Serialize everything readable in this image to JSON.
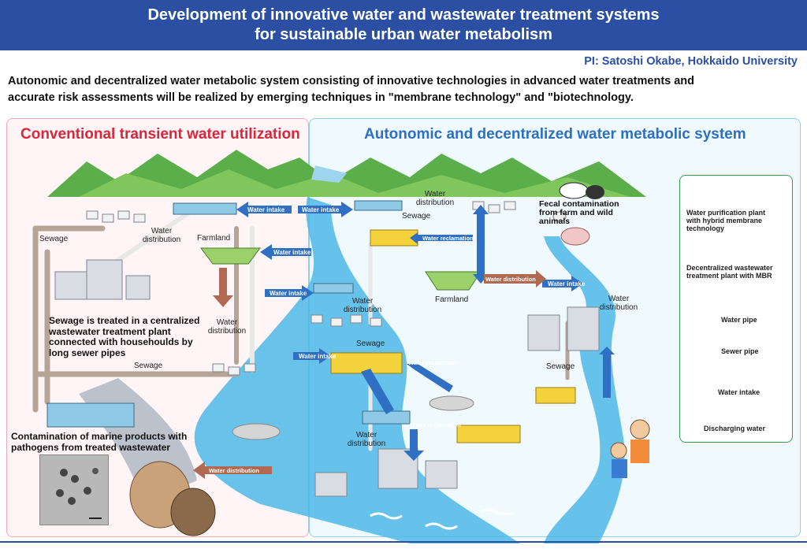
{
  "header": {
    "title_line1": "Development of innovative water and wastewater treatment systems",
    "title_line2": "for sustainable urban water metabolism",
    "pi": "PI: Satoshi Okabe, Hokkaido University"
  },
  "summary": {
    "line1": "Autonomic and decentralized water metabolic system consisting of innovative technologies in advanced water treatments and",
    "line2": "accurate risk assessments will be realized by emerging techniques in \"membrane technology\" and \"biotechnology."
  },
  "left_panel": {
    "heading": "Conventional transient water utilization",
    "labels": {
      "sewage_1": "Sewage",
      "water_distribution_1": "Water\ndistribution",
      "farmland": "Farmland",
      "water_distribution_2": "Water\ndistribution",
      "sewage_2": "Sewage"
    },
    "note_centralized": "Sewage is treated in a centralized\nwastewater treatment plant\nconnected with househoulds by\nlong sewer pipes",
    "note_marine": "Contamination of marine products with\npathogens from treated wastewater"
  },
  "right_panel": {
    "heading": "Autonomic and decentralized water metabolic system",
    "labels": {
      "water_distribution_top": "Water\ndistribution",
      "sewage_top": "Sewage",
      "fecal": "Fecal contamination\nfrom farm and wild\nanimals",
      "farmland": "Farmland",
      "water_distribution_mid": "Water\ndistribution",
      "water_distribution_right": "Water\ndistribution",
      "sewage_mid": "Sewage",
      "sewage_right": "Sewage",
      "water_distribution_bottom": "Water\ndistribution"
    }
  },
  "arrows": {
    "water_intake": "Water intake",
    "water_reclamation": "Water reclamation",
    "water_distribution": "Water distribution"
  },
  "legend": {
    "items": [
      {
        "label": "Water purification plant\nwith hybrid membrane\ntechnology"
      },
      {
        "label": "Decentralized wastewater\ntreatment plant with MBR"
      },
      {
        "label": "Water pipe"
      },
      {
        "label": "Sewer pipe"
      },
      {
        "label": "Water intake"
      },
      {
        "label": "Discharging water"
      }
    ]
  },
  "colors": {
    "title_bar": "#2a4fa3",
    "left_accent": "#d8263a",
    "right_accent": "#2d6fc0",
    "river": "#4fb8e8",
    "intake_arrow": "#2f6fc4",
    "discharge_arrow": "#b06a52",
    "mountain": "#5cae4b"
  }
}
